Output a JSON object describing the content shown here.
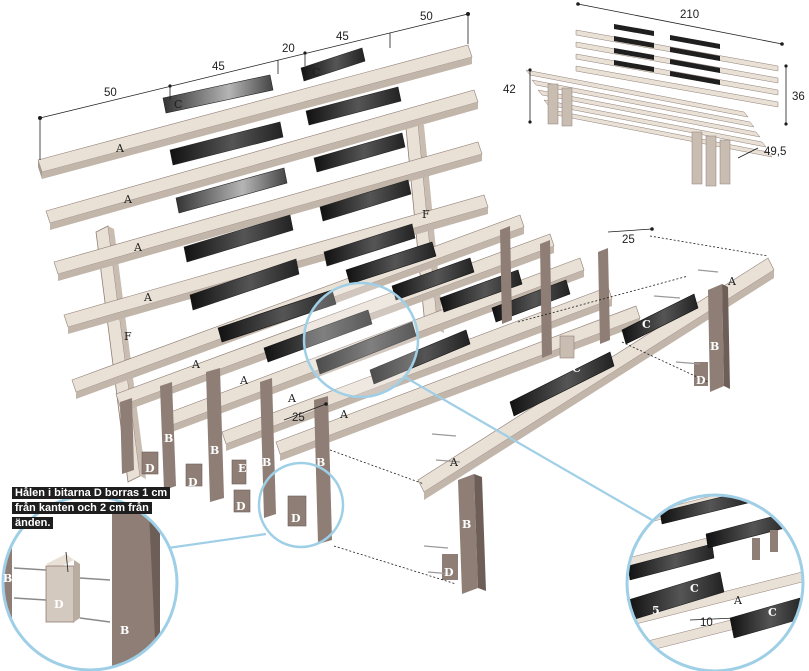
{
  "dimensions": {
    "top_widths": [
      "50",
      "45",
      "20",
      "45",
      "50"
    ],
    "side_gap": "25",
    "corner_gap": "25",
    "sofa_length": "210",
    "sofa_height": "42",
    "sofa_back": "36",
    "sofa_depth": "49,5",
    "detail_five": "5",
    "detail_ten": "10"
  },
  "part_labels": {
    "a": "A",
    "b": "B",
    "c": "C",
    "d": "D",
    "e": "E",
    "f": "F"
  },
  "note_text": "Hålen i bitarna D borras 1 cm från kanten och 2 cm från änden.",
  "colors": {
    "plank_light": "#e9e0d6",
    "plank_dark": "#8f7e76",
    "block_dark": "#1f1f1f",
    "callout_blue": "#9fcfe6",
    "line": "#1e1e1e"
  }
}
